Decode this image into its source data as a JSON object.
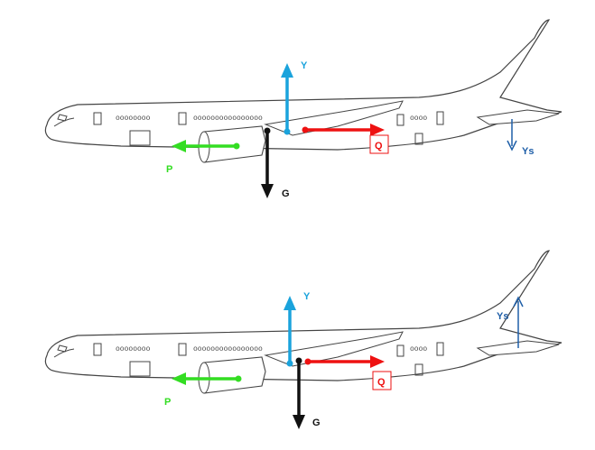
{
  "colors": {
    "lift": "#1aa3dc",
    "thrust": "#33dd22",
    "drag": "#ee1111",
    "weight": "#111111",
    "tail_force": "#1f5fa8",
    "outline": "#444444",
    "background": "#ffffff"
  },
  "diagrams": [
    {
      "id": "top",
      "labels": {
        "lift": "Y",
        "thrust": "P",
        "drag": "Q",
        "weight": "G",
        "tail_force": "Ys"
      },
      "tail_force_direction": "down"
    },
    {
      "id": "bottom",
      "labels": {
        "lift": "Y",
        "thrust": "P",
        "drag": "Q",
        "weight": "G",
        "tail_force": "Ys"
      },
      "tail_force_direction": "up"
    }
  ]
}
